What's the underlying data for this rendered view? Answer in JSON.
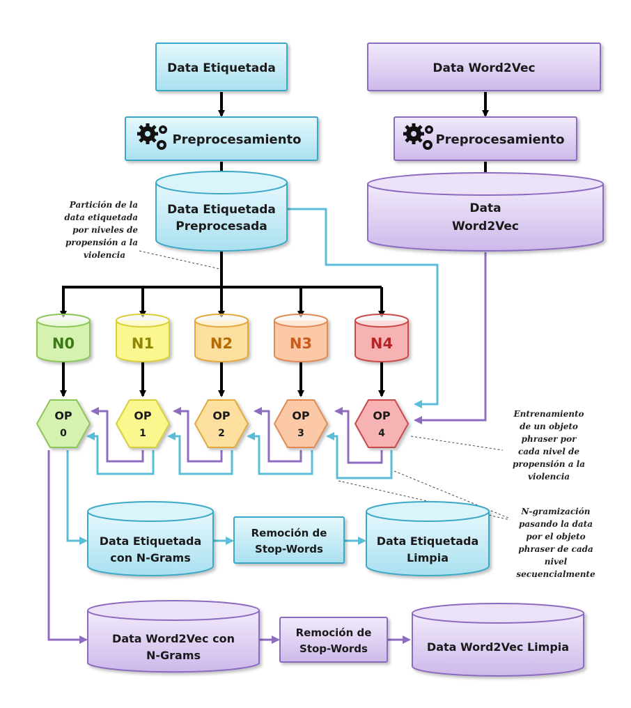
{
  "nodes": {
    "data_etiquetada": "Data Etiquetada",
    "preproc_left": "Preprocesamiento",
    "data_etiq_preproc": [
      "Data Etiquetada",
      "Preprocesada"
    ],
    "data_word2vec": "Data Word2Vec",
    "preproc_right": "Preprocesamiento",
    "data_word2vec_cyl": [
      "Data",
      "Word2Vec"
    ],
    "levels": [
      "N0",
      "N1",
      "N2",
      "N3",
      "N4"
    ],
    "op_top": [
      "OP",
      "OP",
      "OP",
      "OP",
      "OP"
    ],
    "op_num": [
      "0",
      "1",
      "2",
      "3",
      "4"
    ],
    "etiq_ngrams": [
      "Data Etiquetada",
      "con N-Grams"
    ],
    "remocion_1": [
      "Remoción de",
      "Stop-Words"
    ],
    "etiq_limpia": [
      "Data Etiquetada",
      "Limpia"
    ],
    "w2v_ngrams": [
      "Data Word2Vec con",
      "N-Grams"
    ],
    "remocion_2": [
      "Remoción de",
      "Stop-Words"
    ],
    "w2v_limpia": "Data Word2Vec Limpia"
  },
  "annotations": {
    "particion": [
      "Partición de la",
      "data etiquetada",
      "por niveles de",
      "propensión a la",
      "violencia"
    ],
    "entrenamiento": [
      "Entrenamiento",
      "de un objeto",
      "phraser por",
      "cada  nivel de",
      "propensión a la",
      "violencia"
    ],
    "ngramizacion": [
      "N-gramización",
      "pasando la data",
      "por el objeto",
      "phraser de cada",
      "nivel",
      "secuencialmente"
    ]
  },
  "colors": {
    "blue": "#bfeaf5",
    "blue_stroke": "#3aa8c6",
    "purple": "#dccef0",
    "purple_stroke": "#8c6bbf",
    "level_fill": [
      "#d6f2b0",
      "#fbf78f",
      "#fde0a0",
      "#fbc9a6",
      "#f7b3b3"
    ],
    "level_stroke": [
      "#8cc55a",
      "#d8cf3a",
      "#e4a93c",
      "#e28a54",
      "#c94a4a"
    ],
    "level_text": [
      "#3a7a16",
      "#8f8600",
      "#b46c00",
      "#c75a1d",
      "#b52525"
    ]
  },
  "icons": [
    "gears-icon",
    "gears-icon"
  ]
}
